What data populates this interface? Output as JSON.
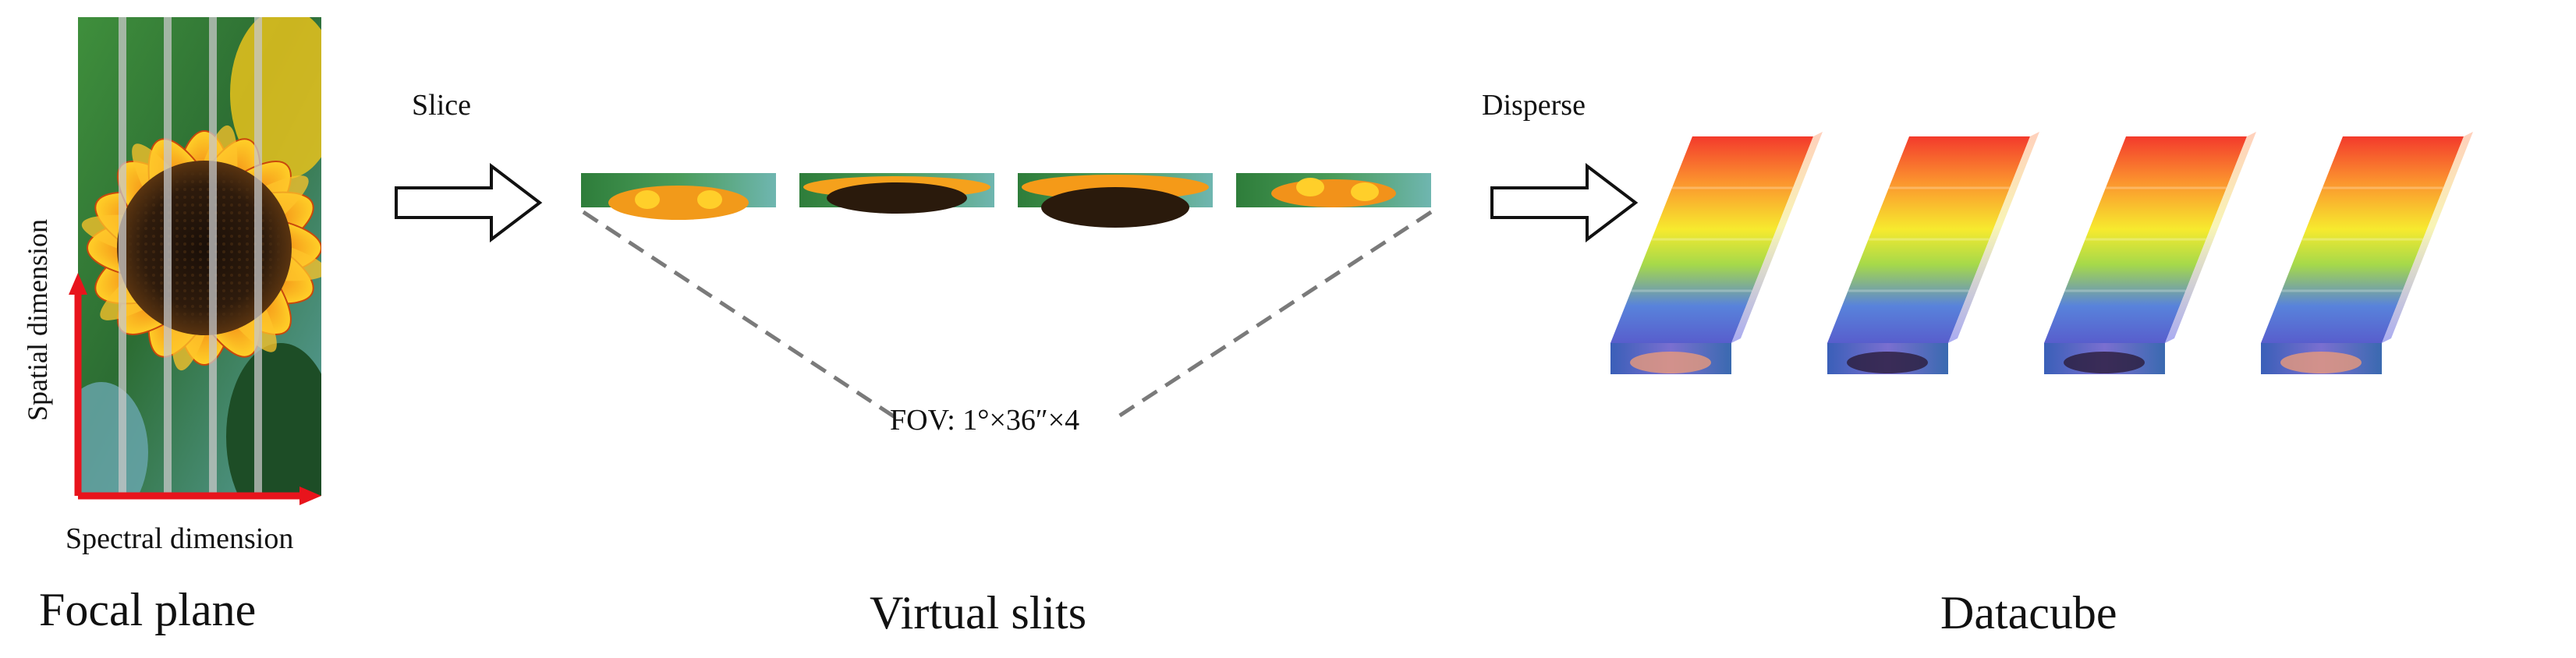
{
  "sections": {
    "focal_plane": "Focal plane",
    "virtual_slits": "Virtual slits",
    "datacube": "Datacube"
  },
  "steps": {
    "slice": "Slice",
    "disperse": "Disperse"
  },
  "axes": {
    "spatial": "Spatial dimension",
    "spectral": "Spectral dimension"
  },
  "fov": "FOV: 1°×36″×4",
  "colors": {
    "axis_arrow": "#e8141c",
    "dashed_line": "#7a7a7a",
    "spectrum": [
      "#f2291a",
      "#fb8a1c",
      "#f6e81c",
      "#9ed63a",
      "#4a78d8",
      "#4a50c8"
    ]
  },
  "icons": {
    "flow_arrow": "hollow-right-arrow",
    "image": "sunflower-image"
  },
  "slit_count": 4,
  "cube_count": 4
}
